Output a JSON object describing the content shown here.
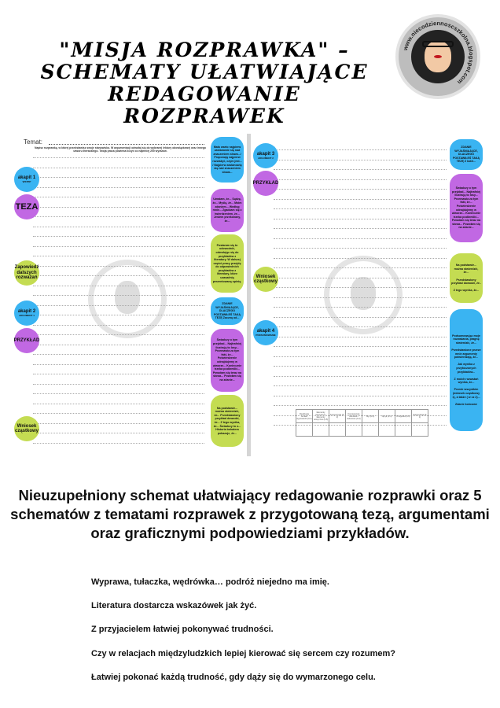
{
  "header": {
    "title_lines": [
      "\"MISJA ROZPRAWKA\" –",
      "SCHEMATY UŁATWIAJĄCE",
      "REDAGOWANIE ROZPRAWEK"
    ],
    "logo_text": "www.niecodziennoscszkolna.blogspot.com"
  },
  "preview": {
    "left_page": {
      "temat_label": "Temat:",
      "instruction": "Napisz rozprawkę, w której przedstawisz swoje stanowisko. W argumentacji odwołaj się do wybranej lektury obowiązkowej oraz innego utworu literackiego. Twoja praca powinna liczyć co najmniej 200 wyrazów.",
      "circles": [
        {
          "label": "akapit 1",
          "sub": "WSTĘP",
          "color": "blue"
        },
        {
          "label": "TEZA",
          "sub": "",
          "color": "purple"
        },
        {
          "label": "Zapowiedź dalszych rozważań",
          "sub": "",
          "color": "green"
        },
        {
          "label": "akapit 2",
          "sub": "ARGUMENT 1",
          "color": "blue"
        },
        {
          "label": "PRZYKŁAD",
          "sub": "",
          "color": "purple"
        },
        {
          "label": "Wniosek cząstkowy",
          "sub": "",
          "color": "green"
        }
      ],
      "pills": [
        {
          "text": "Mało warto najpierw zastanowić się nad znaczeniem słowa.../ Proponuję najpierw rozważyć, czym jest... / Najpierw zastanowię się nad znaczeniem słowa...",
          "color": "blue"
        },
        {
          "text": "Uważam, że... Sądzę, że... Myślę, że... Moim zdaniem... Według mnie... Zgadzam się z twierdzeniem, że... Jestem przekonany, że...",
          "color": "purple"
        },
        {
          "text": "Postaram się to udowodnić, odwołując się do przykładów z literatury. W dalszej części pracy przejdę do odpowiednich przykładów z literatury, które uzasadnią prezentowaną opinię.",
          "color": "green"
        },
        {
          "text": "ZDANIE WYJAŚNIAJĄCE, DLACZEGO POSTAWIŁEŚ TAKĄ TEZĘ Zacznę od...",
          "color": "blue"
        },
        {
          "text": "Świadczy o tym przykład... Najtrafniej ilustrują to losy... Przemawia za tym fakt, że... Potwierdzenie odnajdujemy w utworze... Koniecznie trzeba podkreślić... Powołam się teraz na słowa... Powołam się na zdanie...",
          "color": "purple"
        },
        {
          "text": "Na podstawie... można stwierdzić, że... Przedstawiony przykład dowodzi, że... Z tego wynika, że... Świadczy to o... Historia bohatera pokazuje, że...",
          "color": "green"
        }
      ]
    },
    "right_page": {
      "circles": [
        {
          "label": "akapit 3",
          "sub": "ARGUMENT 2",
          "color": "blue"
        },
        {
          "label": "PRZYKŁAD",
          "sub": "",
          "color": "purple"
        },
        {
          "label": "Wniosek cząstkowy",
          "sub": "",
          "color": "green"
        },
        {
          "label": "akapit 4",
          "sub": "PODSUMOWANIE",
          "color": "blue"
        }
      ],
      "pills": [
        {
          "text": "ZDANIE WYJAŚNIAJĄCE, DLACZEGO POSTAWIŁEŚ TAKĄ TEZĘ Z kolei...",
          "color": "blue"
        },
        {
          "text": "Świadczy o tym przykład... Najtrafniej ilustrują to losy... Przemawia za tym fakt, że... Potwierdzenie odnajdujemy w utworze... Koniecznie trzeba podkreślić... Powołam się teraz na słowa... Powołam się na zdanie...",
          "color": "purple"
        },
        {
          "text": "Na podstawie... można stwierdzić, że...\n\nPrzedstawiony przykład dowodzi, że..\n\nZ tego wynika, że...",
          "color": "green"
        },
        {
          "text": "Podsumowując moje rozważania, pragnę stwierdzić, że...\n\nPrzedstawione przeze mnie argumenty potwierdzają, że...\n\nJak wynika z przytoczonych przykładów...\n\nZ moich rozważań wynika, że...\n\nPrzede wszystkim (wniosek cząstkowy 1), a także ( w cz 2)...\n\nZdanie końcowe",
          "color": "blue"
        }
      ],
      "table_headers": [
        "Realizacja tematu wypowiedzi (0-2)",
        "Elementy retoryczne / Elementy retoryczne (0-5)",
        "Kompozycja (0-2)",
        "Kompetencje literackie i kulturowe (0-2)",
        "Styl (0-2)",
        "Język (0-4)",
        "Ortografia (0-2)",
        "Interpunkcja (0-1)"
      ]
    },
    "colors": {
      "blue": "#3ab4f2",
      "purple": "#c168e3",
      "green": "#c4dc52"
    }
  },
  "tagline": "Nieuzupełniony schemat ułatwiający redagowanie rozprawki oraz 5 schematów z tematami rozprawek z przygotowaną tezą, argumentami oraz graficznymi podpowiedziami przykładów.",
  "topics": [
    "Wyprawa, tułaczka, wędrówka… podróż niejedno ma imię.",
    "Literatura dostarcza wskazówek jak żyć.",
    "Z przyjacielem łatwiej pokonywać trudności.",
    "Czy w relacjach międzyludzkich lepiej kierować się sercem czy rozumem?",
    "Łatwiej pokonać każdą trudność, gdy dąży się do wymarzonego celu."
  ]
}
